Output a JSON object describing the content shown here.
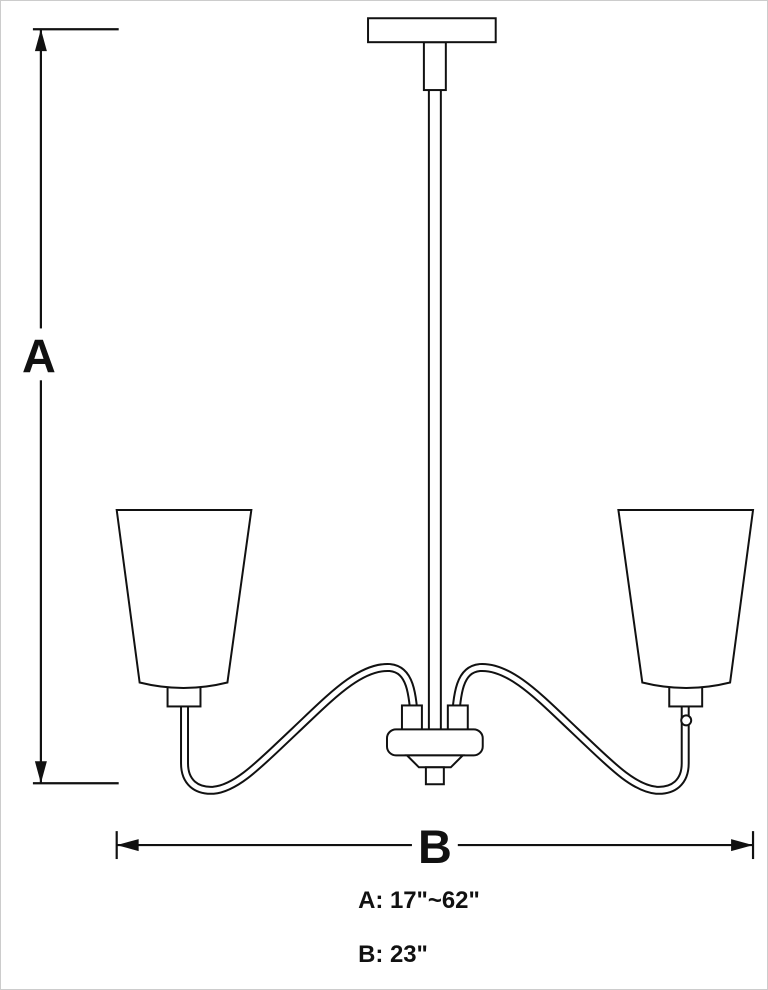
{
  "diagram": {
    "title": "chandelier-dimension-diagram",
    "labels": {
      "a": "A",
      "b": "B"
    },
    "specs": {
      "a": "A: 17\"~62\"",
      "b": "B: 23\""
    },
    "line_color": "#111111",
    "background": "#ffffff"
  }
}
